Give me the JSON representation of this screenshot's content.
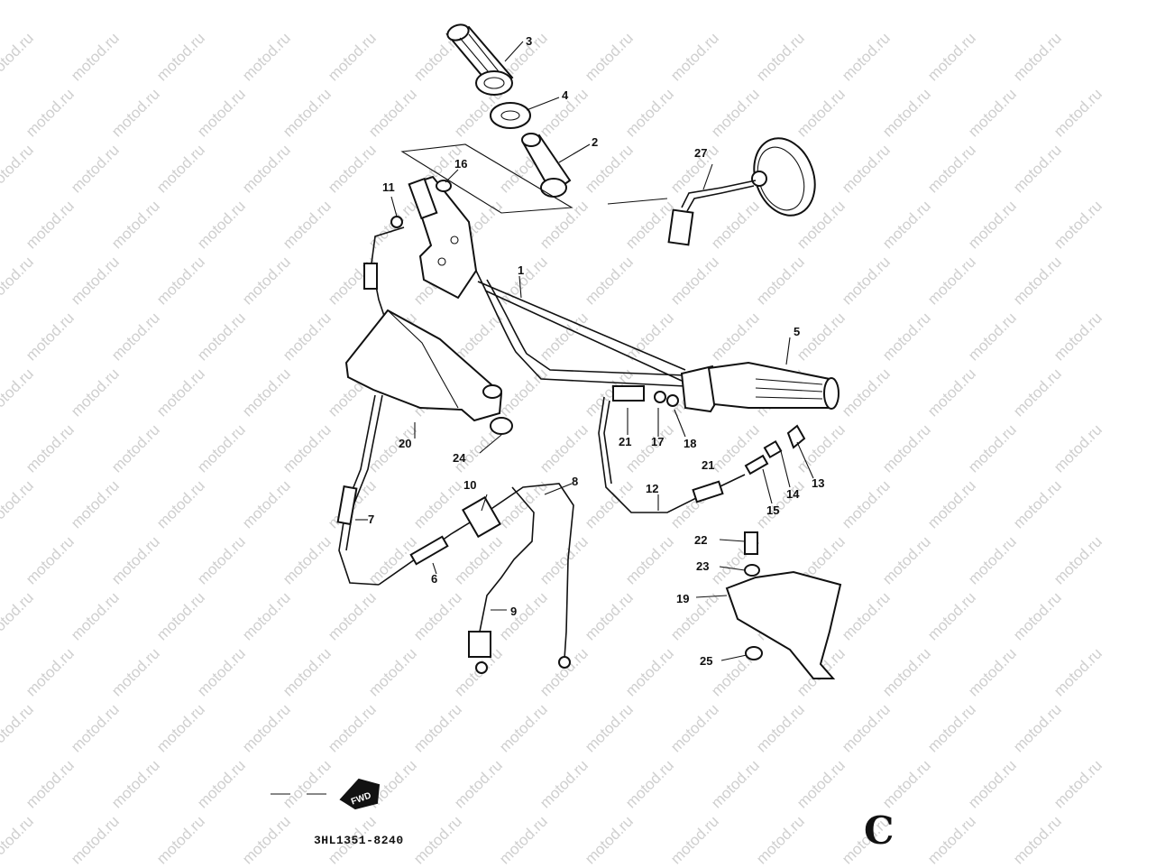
{
  "watermark": {
    "text": "motod.ru",
    "color": "#cfcfcf"
  },
  "diagram": {
    "code": "3HL1351-8240",
    "variant_letter": "C",
    "fwd_badge": "FWD"
  },
  "callouts": [
    "1",
    "2",
    "3",
    "4",
    "5",
    "6",
    "7",
    "8",
    "9",
    "10",
    "11",
    "12",
    "13",
    "14",
    "15",
    "16",
    "17",
    "18",
    "19",
    "20",
    "21",
    "21",
    "22",
    "23",
    "24",
    "25",
    "27"
  ],
  "parts": [
    "handlebar",
    "left-grip",
    "grip-cap",
    "grip-washer",
    "right-grip",
    "throttle-housing",
    "rear-view-mirror",
    "left-hand-guard",
    "right-hand-guard",
    "clutch-cable",
    "throttle-cable",
    "choke-cable",
    "starter-cable",
    "lever-holder",
    "adjuster-bolt",
    "bolt",
    "washer",
    "nut",
    "cap"
  ]
}
